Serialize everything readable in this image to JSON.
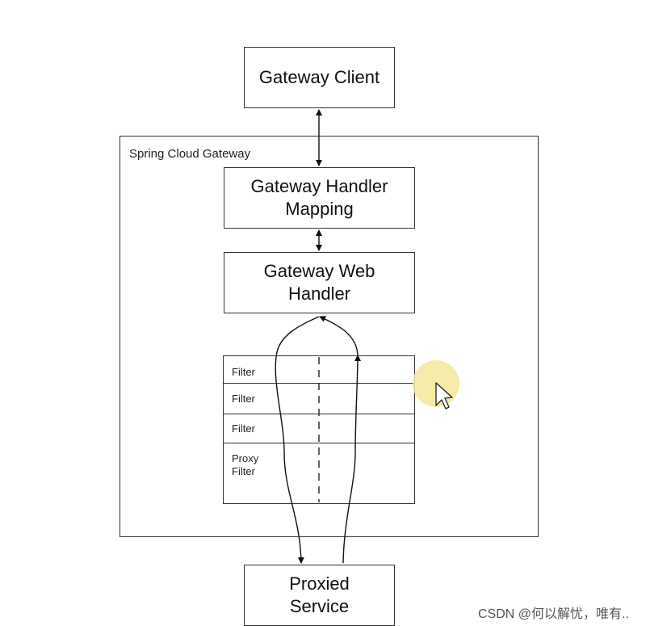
{
  "diagram": {
    "gateway_client": "Gateway Client",
    "container_label": "Spring Cloud Gateway",
    "handler_mapping": "Gateway Handler\nMapping",
    "web_handler": "Gateway Web\nHandler",
    "filters": [
      "Filter",
      "Filter",
      "Filter",
      "Proxy\nFilter"
    ],
    "proxied_service": "Proxied\nService"
  },
  "watermark": "CSDN @何以解忧，唯有.."
}
